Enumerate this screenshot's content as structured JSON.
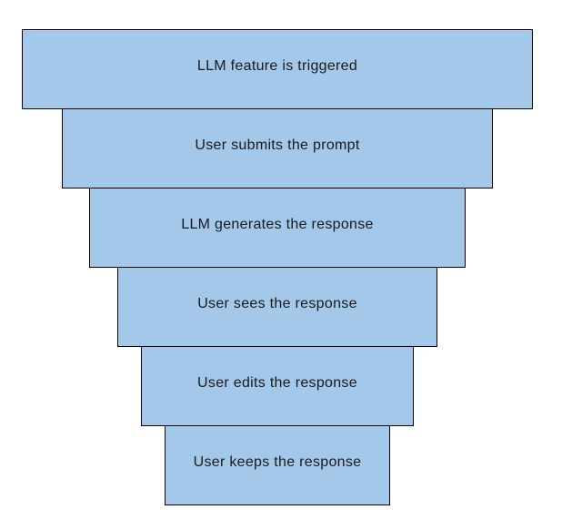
{
  "funnel": {
    "type": "funnel-diagram",
    "stages": [
      {
        "label": "LLM feature is triggered"
      },
      {
        "label": "User submits the prompt"
      },
      {
        "label": "LLM generates the response"
      },
      {
        "label": "User sees the response"
      },
      {
        "label": "User edits the response"
      },
      {
        "label": "User keeps the response"
      }
    ]
  },
  "colors": {
    "bar-fill": "#a4c8e9",
    "bar-border": "#000000",
    "label-text": "#1a1a1a",
    "canvas-bg": "#ffffff"
  }
}
